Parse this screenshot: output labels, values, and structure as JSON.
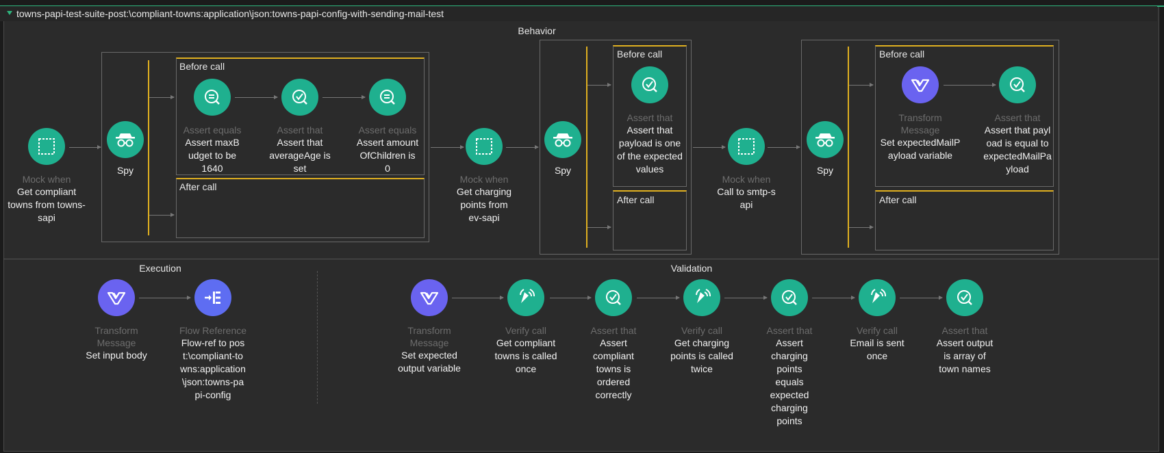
{
  "title": "towns-papi-test-suite-post:\\compliant-towns:application\\json:towns-papi-config-with-sending-mail-test",
  "sections": {
    "behavior": "Behavior",
    "execution": "Execution",
    "validation": "Validation"
  },
  "labels": {
    "before_call": "Before call",
    "after_call": "After call"
  },
  "behavior": {
    "mock1": {
      "type": "Mock when",
      "desc": "Get compliant towns from towns-sapi",
      "icon": "mock-icon"
    },
    "spy1": {
      "label": "Spy",
      "icon": "spy-icon"
    },
    "spy1_before": [
      {
        "type": "Assert equals",
        "desc": "Assert maxBudget to be 1640",
        "icon": "assert-equals-icon"
      },
      {
        "type": "Assert that",
        "desc": "Assert that averageAge is set",
        "icon": "assert-that-icon"
      },
      {
        "type": "Assert equals",
        "desc": "Assert amountOfChildren is 0",
        "icon": "assert-equals-icon"
      }
    ],
    "mock2": {
      "type": "Mock when",
      "desc": "Get charging points from ev-sapi",
      "icon": "mock-icon"
    },
    "spy2": {
      "label": "Spy",
      "icon": "spy-icon"
    },
    "spy2_before": [
      {
        "type": "Assert that",
        "desc": "Assert that payload is one of the expected values",
        "icon": "assert-that-icon"
      }
    ],
    "mock3": {
      "type": "Mock when",
      "desc": "Call to smtp-sapi",
      "icon": "mock-icon"
    },
    "spy3": {
      "label": "Spy",
      "icon": "spy-icon"
    },
    "spy3_before": [
      {
        "type": "Transform Message",
        "desc": "Set expectedMailPayload variable",
        "icon": "transform-icon"
      },
      {
        "type": "Assert that",
        "desc": "Assert that payload is equal to expectedMailPayload",
        "icon": "assert-that-icon"
      }
    ]
  },
  "execution": [
    {
      "type": "Transform Message",
      "desc": "Set input body",
      "icon": "transform-icon"
    },
    {
      "type": "Flow Reference",
      "desc": "Flow-ref to post:\\compliant-towns:application\\json:towns-papi-config",
      "icon": "flow-reference-icon"
    }
  ],
  "validation": [
    {
      "type": "Transform Message",
      "desc": "Set expected output variable",
      "icon": "transform-icon"
    },
    {
      "type": "Verify call",
      "desc": "Get compliant towns is called once",
      "icon": "verify-call-icon"
    },
    {
      "type": "Assert that",
      "desc": "Assert compliant towns is ordered correctly",
      "icon": "assert-that-icon"
    },
    {
      "type": "Verify call",
      "desc": "Get charging points is called twice",
      "icon": "verify-call-icon"
    },
    {
      "type": "Assert that",
      "desc": "Assert charging points equals expected charging points",
      "icon": "assert-that-icon"
    },
    {
      "type": "Verify call",
      "desc": "Email is sent once",
      "icon": "verify-call-icon"
    },
    {
      "type": "Assert that",
      "desc": "Assert output is array of town names",
      "icon": "assert-that-icon"
    }
  ],
  "colors": {
    "accent": "#2fb57e",
    "teal": "#1fb08f",
    "purple": "#6a63f0",
    "yellow": "#e0b020"
  }
}
